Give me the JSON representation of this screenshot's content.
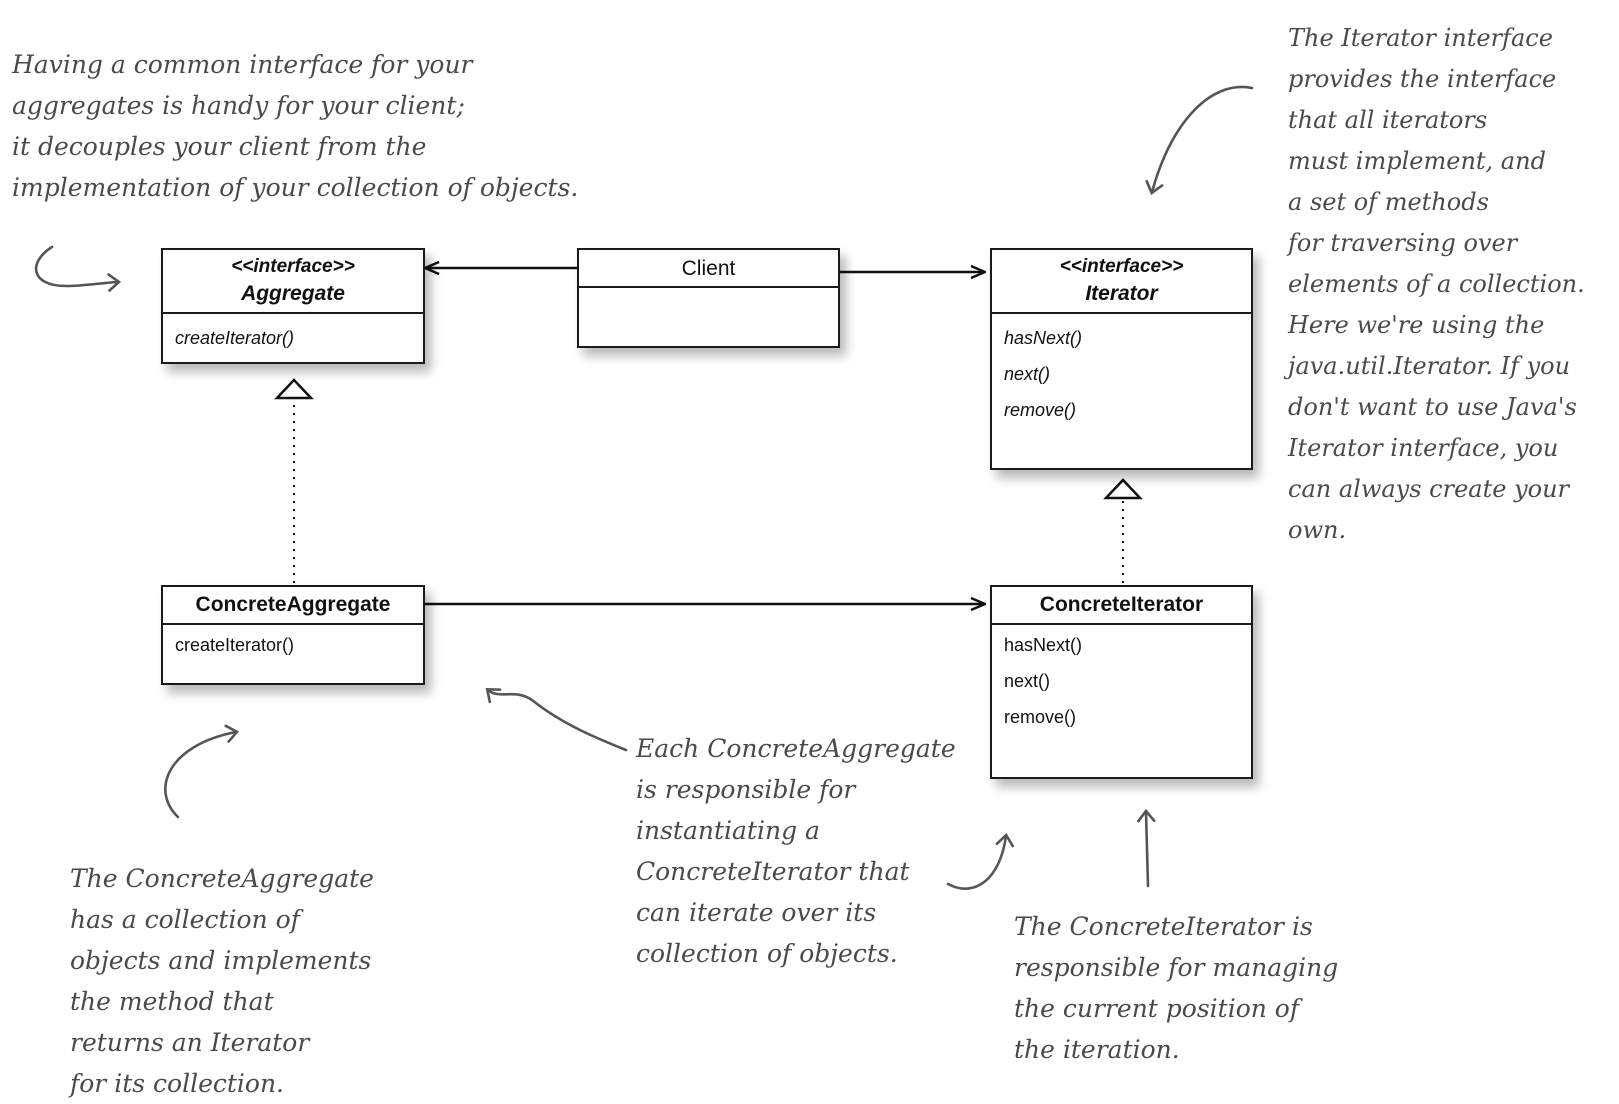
{
  "classes": {
    "aggregate": {
      "stereotype": "<<interface>>",
      "name": "Aggregate",
      "ops": [
        "createIterator()"
      ]
    },
    "client": {
      "name": "Client"
    },
    "iterator": {
      "stereotype": "<<interface>>",
      "name": "Iterator",
      "ops": [
        "hasNext()",
        "next()",
        "remove()"
      ]
    },
    "concrete_aggregate": {
      "name": "ConcreteAggregate",
      "ops": [
        "createIterator()"
      ]
    },
    "concrete_iterator": {
      "name": "ConcreteIterator",
      "ops": [
        "hasNext()",
        "next()",
        "remove()"
      ]
    }
  },
  "notes": {
    "aggregate_note": [
      "Having a common interface for your",
      "aggregates is handy for your client;",
      "it decouples your client from the",
      "implementation of your collection of objects."
    ],
    "iterator_note": [
      "The Iterator interface",
      "provides the interface",
      "that all iterators",
      "must implement, and",
      "a set of methods",
      "for traversing over",
      "elements of a collection.",
      "Here we're using the",
      "java.util.Iterator.  If you",
      "don't want to use Java's",
      "Iterator interface, you",
      "can always create your",
      "own."
    ],
    "concrete_aggregate_note": [
      "The ConcreteAggregate",
      "has a collection of",
      "objects and implements",
      "the method that",
      "returns an Iterator",
      "for its collection."
    ],
    "each_concrete_note": [
      "Each ConcreteAggregate",
      "is responsible for",
      "instantiating a",
      "ConcreteIterator that",
      "can iterate over its",
      "collection of objects."
    ],
    "concrete_iterator_note": [
      "The ConcreteIterator is",
      "responsible for managing",
      "the current position of",
      "the iteration."
    ]
  }
}
